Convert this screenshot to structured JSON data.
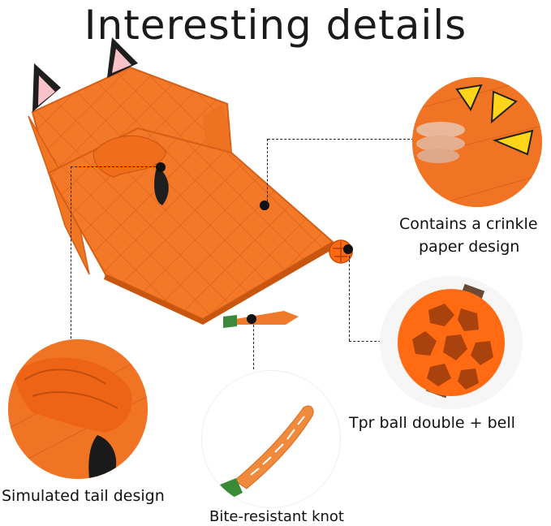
{
  "title": "Interesting details",
  "captions": {
    "crinkle_line1": "Contains a crinkle",
    "crinkle_line2": "paper design",
    "ball": "Tpr ball double + bell",
    "tail": "Simulated tail design",
    "knot": "Bite-resistant knot"
  },
  "colors": {
    "orange": "#f47a2a",
    "orange_dark": "#e3651a",
    "ball_orange": "#ff6a12",
    "yellow": "#ffd51a",
    "ear_pink": "#f8c2c8",
    "black": "#1a1a1a"
  }
}
